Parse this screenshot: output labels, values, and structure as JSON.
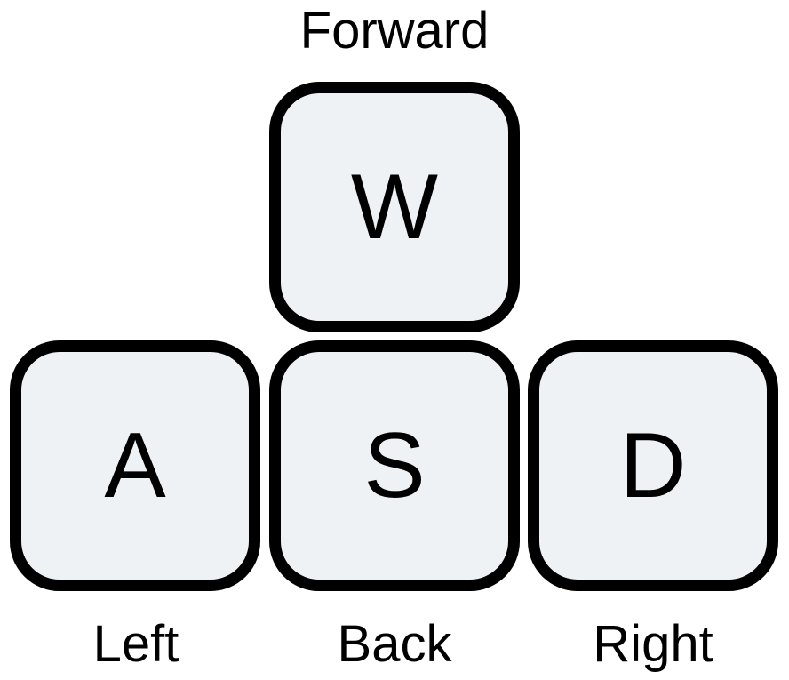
{
  "keys": {
    "w": {
      "letter": "W",
      "action": "Forward"
    },
    "a": {
      "letter": "A",
      "action": "Left"
    },
    "s": {
      "letter": "S",
      "action": "Back"
    },
    "d": {
      "letter": "D",
      "action": "Right"
    }
  },
  "colors": {
    "key_fill": "#eff2f5",
    "key_border": "#000000",
    "text": "#000000",
    "background": "#ffffff"
  }
}
